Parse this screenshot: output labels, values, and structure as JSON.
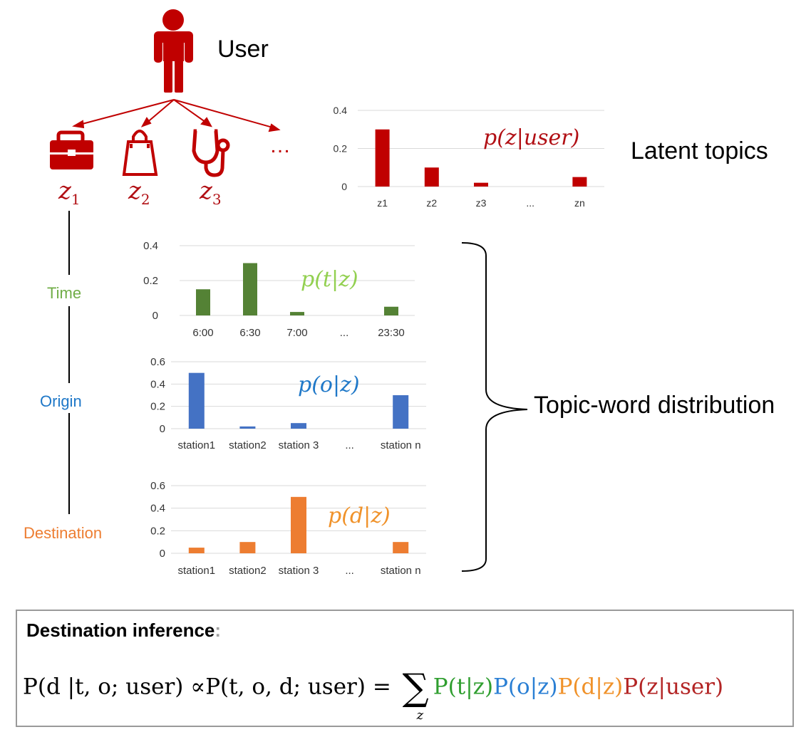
{
  "user_label": "User",
  "latent_topics_label": "Latent topics",
  "topic_word_label": "Topic-word distribution",
  "topics": [
    {
      "symbol": "z",
      "subscript": "1",
      "icon": "briefcase-icon"
    },
    {
      "symbol": "z",
      "subscript": "2",
      "icon": "shopping-bag-icon"
    },
    {
      "symbol": "z",
      "subscript": "3",
      "icon": "stethoscope-icon"
    }
  ],
  "topics_more": "…",
  "variables": {
    "time": "Time",
    "origin": "Origin",
    "destination": "Destination"
  },
  "colors": {
    "red": "#c00000",
    "green": "#548235",
    "blue": "#4472c4",
    "orange": "#ed7d31"
  },
  "chart_data": [
    {
      "type": "bar",
      "annotation": "p(z|user)",
      "categories": [
        "z1",
        "z2",
        "z3",
        "...",
        "zn"
      ],
      "values": [
        0.3,
        0.1,
        0.02,
        0,
        0.05
      ],
      "ylim": [
        0,
        0.4
      ],
      "yticks": [
        "0",
        "0.2",
        "0.4"
      ],
      "grid": true,
      "color": "#c00000"
    },
    {
      "type": "bar",
      "annotation": "p(t|z)",
      "categories": [
        "6:00",
        "6:30",
        "7:00",
        "...",
        "23:30"
      ],
      "values": [
        0.15,
        0.3,
        0.02,
        0,
        0.05
      ],
      "ylim": [
        0,
        0.4
      ],
      "yticks": [
        "0",
        "0.2",
        "0.4"
      ],
      "grid": true,
      "color": "#548235"
    },
    {
      "type": "bar",
      "annotation": "p(o|z)",
      "categories": [
        "station1",
        "station2",
        "station 3",
        "...",
        "station n"
      ],
      "values": [
        0.5,
        0.02,
        0.05,
        0,
        0.3
      ],
      "ylim": [
        0,
        0.6
      ],
      "yticks": [
        "0",
        "0.2",
        "0.4",
        "0.6"
      ],
      "grid": true,
      "color": "#4472c4"
    },
    {
      "type": "bar",
      "annotation": "p(d|z)",
      "categories": [
        "station1",
        "station2",
        "station 3",
        "...",
        "station n"
      ],
      "values": [
        0.05,
        0.1,
        0.5,
        0,
        0.1
      ],
      "ylim": [
        0,
        0.6
      ],
      "yticks": [
        "0",
        "0.2",
        "0.4",
        "0.6"
      ],
      "grid": true,
      "color": "#ed7d31"
    }
  ],
  "formula": {
    "title": "Destination inference",
    "colon": ":",
    "lhs": "P(d |t, o; user)",
    "prop": "∝",
    "joint": "P(t, o, d; user)",
    "equals": "=",
    "sum_sign": "∑",
    "sum_sub": "z",
    "term_t": "P(t|z)",
    "term_o": "P(o|z)",
    "term_d": "P(d|z)",
    "term_user": "P(z|user)"
  }
}
